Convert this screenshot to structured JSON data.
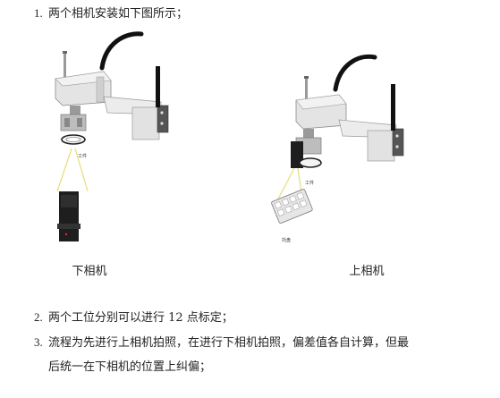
{
  "items": [
    {
      "num": "1.",
      "text": "两个相机安装如下图所示；"
    },
    {
      "num": "2.",
      "text": "两个工位分别可以进行 12 点标定；"
    },
    {
      "num": "3.",
      "text": "流程为先进行上相机拍照，在进行下相机拍照，偏差值各自计算，但最"
    }
  ],
  "item3_cont": "后统一在下相机的位置上纠偏；",
  "figures": {
    "left": {
      "caption": "下相机",
      "workpiece_label": "工件"
    },
    "right": {
      "caption": "上相机",
      "workpiece_label": "工件",
      "tray_label": "托盘"
    }
  }
}
